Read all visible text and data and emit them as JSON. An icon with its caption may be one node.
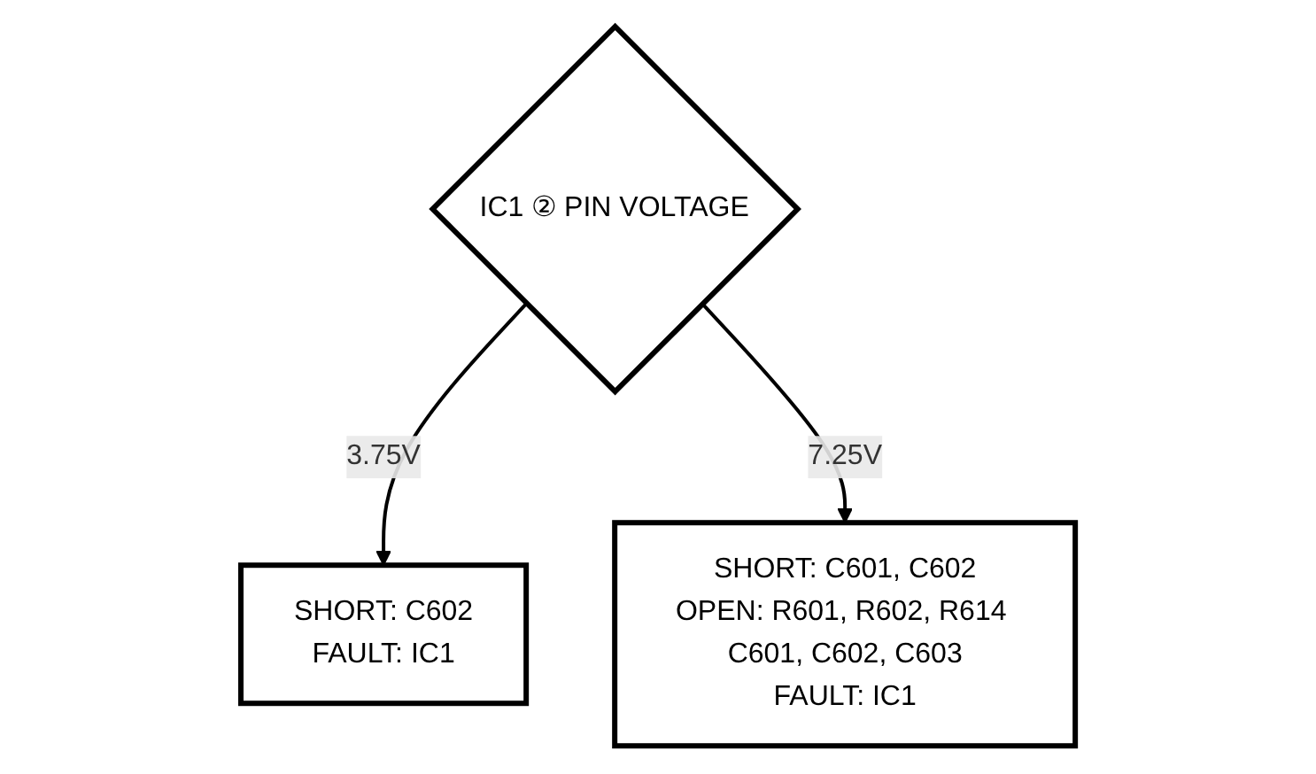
{
  "diagram": {
    "nodes": [
      {
        "text": [
          "IC1 ② PIN VOLTAGE"
        ]
      },
      {
        "text": [
          "SHORT: C602",
          "FAULT: IC1"
        ]
      },
      {
        "text": [
          "SHORT: C601, C602",
          "OPEN: R601, R602, R614 C601, C602, C603",
          "FAULT: IC1"
        ]
      }
    ],
    "edges": [
      {
        "from": 0,
        "to": 1,
        "label": "3.75V",
        "arrow": "to"
      },
      {
        "from": 0,
        "to": 2,
        "label": "7.25V",
        "arrow": "to"
      }
    ]
  }
}
